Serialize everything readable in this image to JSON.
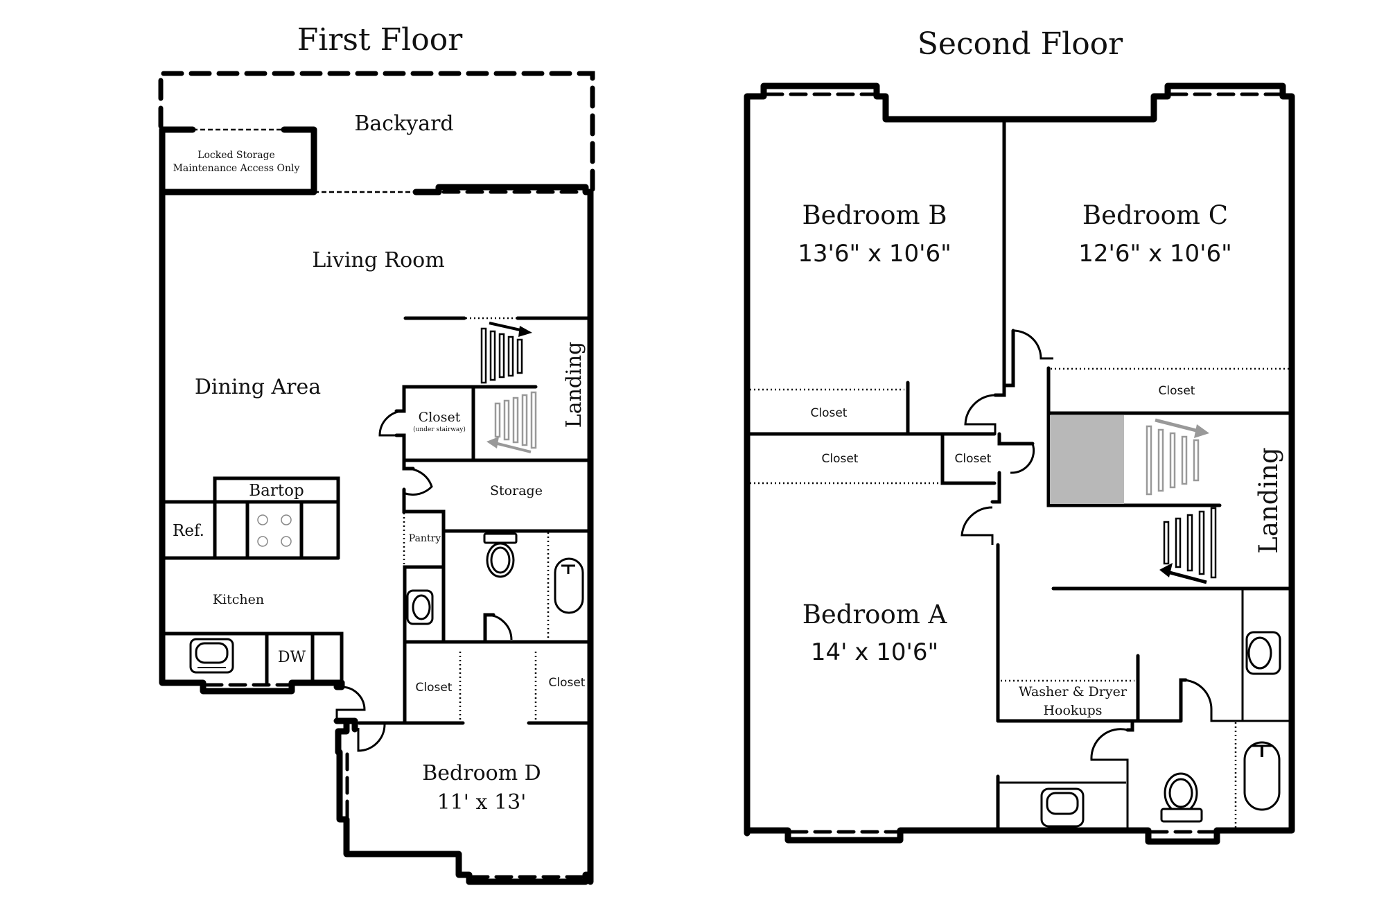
{
  "first_floor": {
    "title": "First Floor",
    "rooms": {
      "backyard": "Backyard",
      "locked_storage_line1": "Locked Storage",
      "locked_storage_line2": "Maintenance Access Only",
      "living_room": "Living Room",
      "dining_area": "Dining Area",
      "landing": "Landing",
      "closet_under_stair": "Closet",
      "closet_under_stair_note": "(under stairway)",
      "storage": "Storage",
      "pantry": "Pantry",
      "bartop": "Bartop",
      "refrigerator": "Ref.",
      "kitchen": "Kitchen",
      "dishwasher": "DW",
      "closet_left": "Closet",
      "closet_right": "Closet",
      "bedroom_d": "Bedroom D",
      "bedroom_d_dim": "11' x 13'"
    }
  },
  "second_floor": {
    "title": "Second Floor",
    "rooms": {
      "bedroom_b": "Bedroom B",
      "bedroom_b_dim": "13'6\" x 10'6\"",
      "bedroom_c": "Bedroom C",
      "bedroom_c_dim": "12'6\" x 10'6\"",
      "closet_b": "Closet",
      "closet_a": "Closet",
      "closet_small": "Closet",
      "closet_c": "Closet",
      "landing": "Landing",
      "bedroom_a": "Bedroom A",
      "bedroom_a_dim": "14' x 10'6\"",
      "washer_line1": "Washer & Dryer",
      "washer_line2": "Hookups"
    }
  },
  "colors": {
    "wall": "#000000",
    "background": "#ffffff",
    "stair_shade": "#b8b8b8",
    "stair_gray": "#999999"
  }
}
